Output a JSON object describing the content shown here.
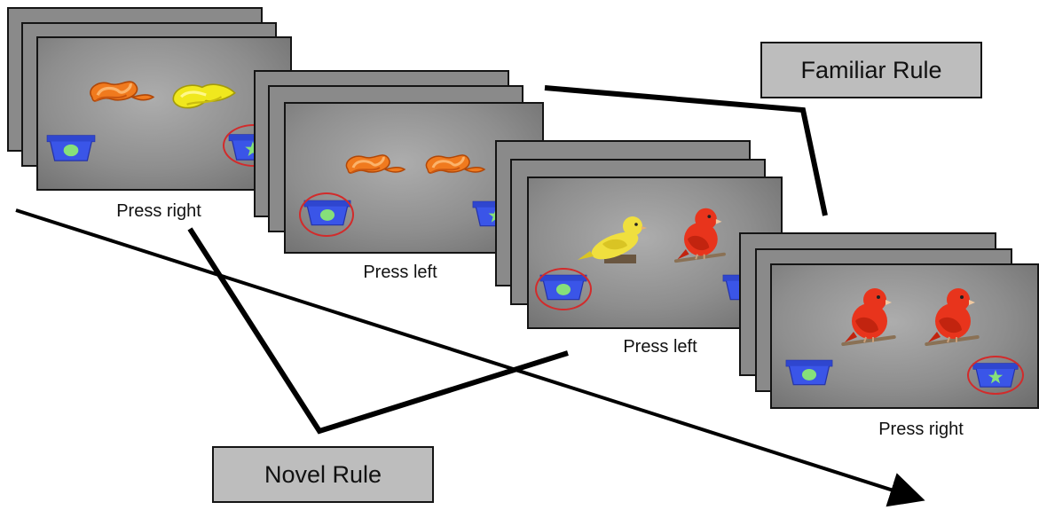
{
  "rules": {
    "familiar": "Familiar Rule",
    "novel": "Novel Rule"
  },
  "trials": [
    {
      "caption": "Press right",
      "stimuli": [
        "orange-snake",
        "yellow-snake"
      ],
      "selected": "right"
    },
    {
      "caption": "Press left",
      "stimuli": [
        "orange-snake",
        "orange-snake"
      ],
      "selected": "left"
    },
    {
      "caption": "Press left",
      "stimuli": [
        "yellow-bird",
        "red-bird"
      ],
      "selected": "left"
    },
    {
      "caption": "Press right",
      "stimuli": [
        "red-bird",
        "red-bird"
      ],
      "selected": "right"
    }
  ],
  "icons": {
    "left_basket": "blue-basket-green-circle-icon",
    "right_basket": "blue-basket-green-star-icon"
  },
  "colors": {
    "card_back": "#8a8a8a",
    "rule_box": "#bdbdbd",
    "basket_blue": "#3a55e8",
    "basket_rim": "#2432a8",
    "shape_green": "#86e07a",
    "selection_ring": "#d22b2b",
    "snake_orange": "#f07a1e",
    "snake_yellow": "#f0e81e",
    "bird_red": "#e8341c",
    "bird_yellow": "#f0df3e"
  }
}
